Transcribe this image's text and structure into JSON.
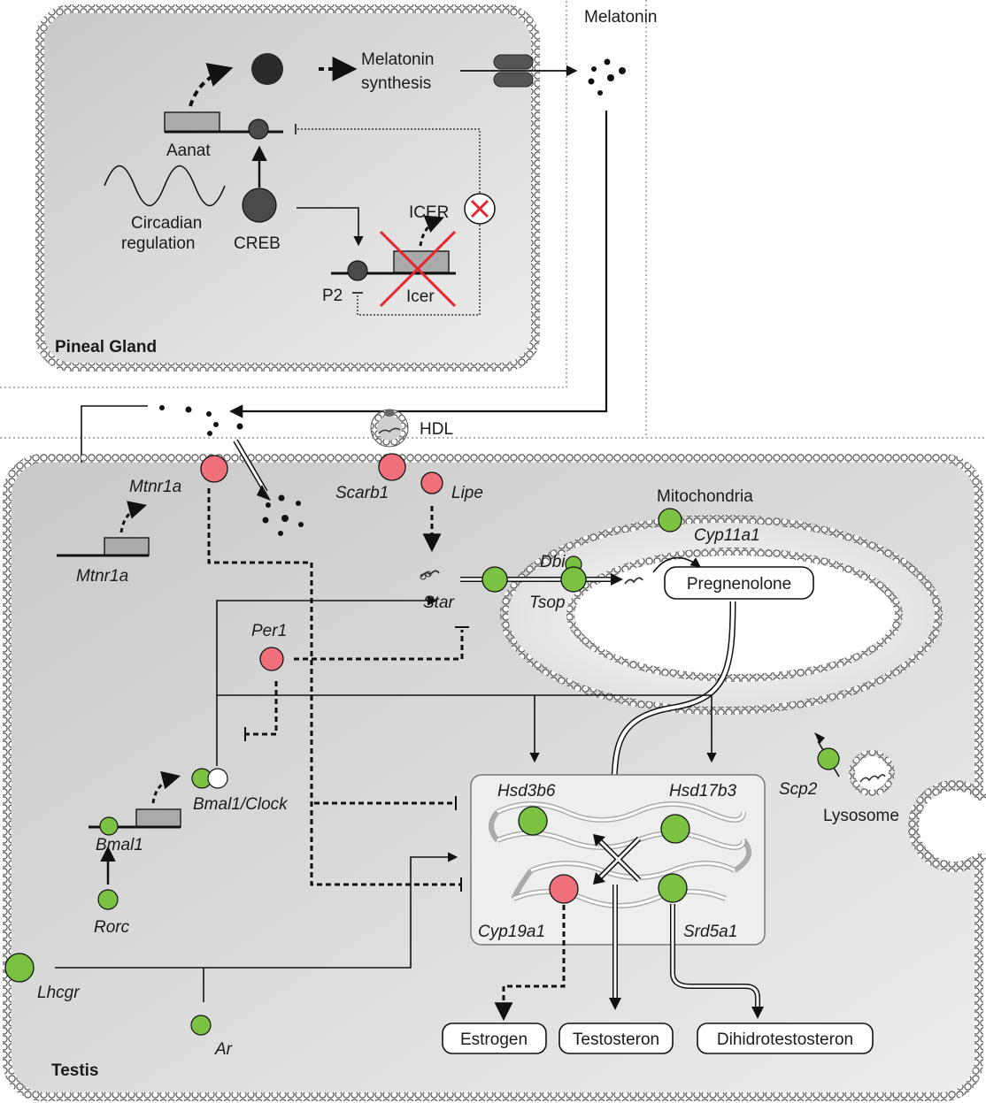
{
  "title_top": "Melatonin",
  "pineal": {
    "region_label": "Pineal Gland",
    "aanat": "Aanat",
    "melatonin_synthesis_line1": "Melatonin",
    "melatonin_synthesis_line2": "synthesis",
    "circadian_line1": "Circadian",
    "circadian_line2": "regulation",
    "creb": "CREB",
    "icer_protein": "ICER",
    "icer_gene": "Icer",
    "p2": "P2"
  },
  "hdl": "HDL",
  "testis": {
    "region_label": "Testis",
    "mtnr1a_receptor": "Mtnr1a",
    "mtnr1a_gene": "Mtnr1a",
    "scarb1": "Scarb1",
    "lipe": "Lipe",
    "mitochondria": "Mitochondria",
    "dbi": "Dbi",
    "cyp11a1": "Cyp11a1",
    "tsop": "Tsop",
    "star": "Star",
    "pregnenolone": "Pregnenolone",
    "per1": "Per1",
    "bmal1_clock": "Bmal1/Clock",
    "bmal1": "Bmal1",
    "rorc": "Rorc",
    "scp2": "Scp2",
    "lysosome": "Lysosome",
    "hsd3b6": "Hsd3b6",
    "hsd17b3": "Hsd17b3",
    "cyp19a1": "Cyp19a1",
    "srd5a1": "Srd5a1",
    "lhcgr": "Lhcgr",
    "ar": "Ar",
    "estrogen": "Estrogen",
    "testosteron": "Testosteron",
    "dihidrotestosteron": "Dihidrotestosteron"
  },
  "colors": {
    "green": "#7cc242",
    "pink": "#ef6f7b",
    "dark_node": "#4a4a4a",
    "cell_fill": "#d8d8d8"
  }
}
